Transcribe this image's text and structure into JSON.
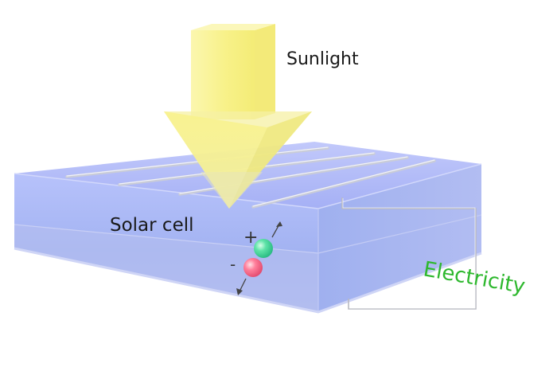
{
  "diagram": {
    "labels": {
      "sunlight": "Sunlight",
      "solar_cell": "Solar cell",
      "electricity": "Electricity",
      "plus": "+",
      "minus": "-"
    },
    "colors": {
      "background": "#ffffff",
      "cell_top": "#aab3f6",
      "cell_front": "#a9bdf3",
      "cell_side": "#9fb0ef",
      "cell_bottom_layer": "#b8c3ef",
      "sunlight_arrow": "#f7f38e",
      "wire": "#d6d6e0",
      "electricity_label": "#2eb82e",
      "hole_particle": "#4de0a0",
      "electron_particle": "#ff6f8e"
    }
  }
}
